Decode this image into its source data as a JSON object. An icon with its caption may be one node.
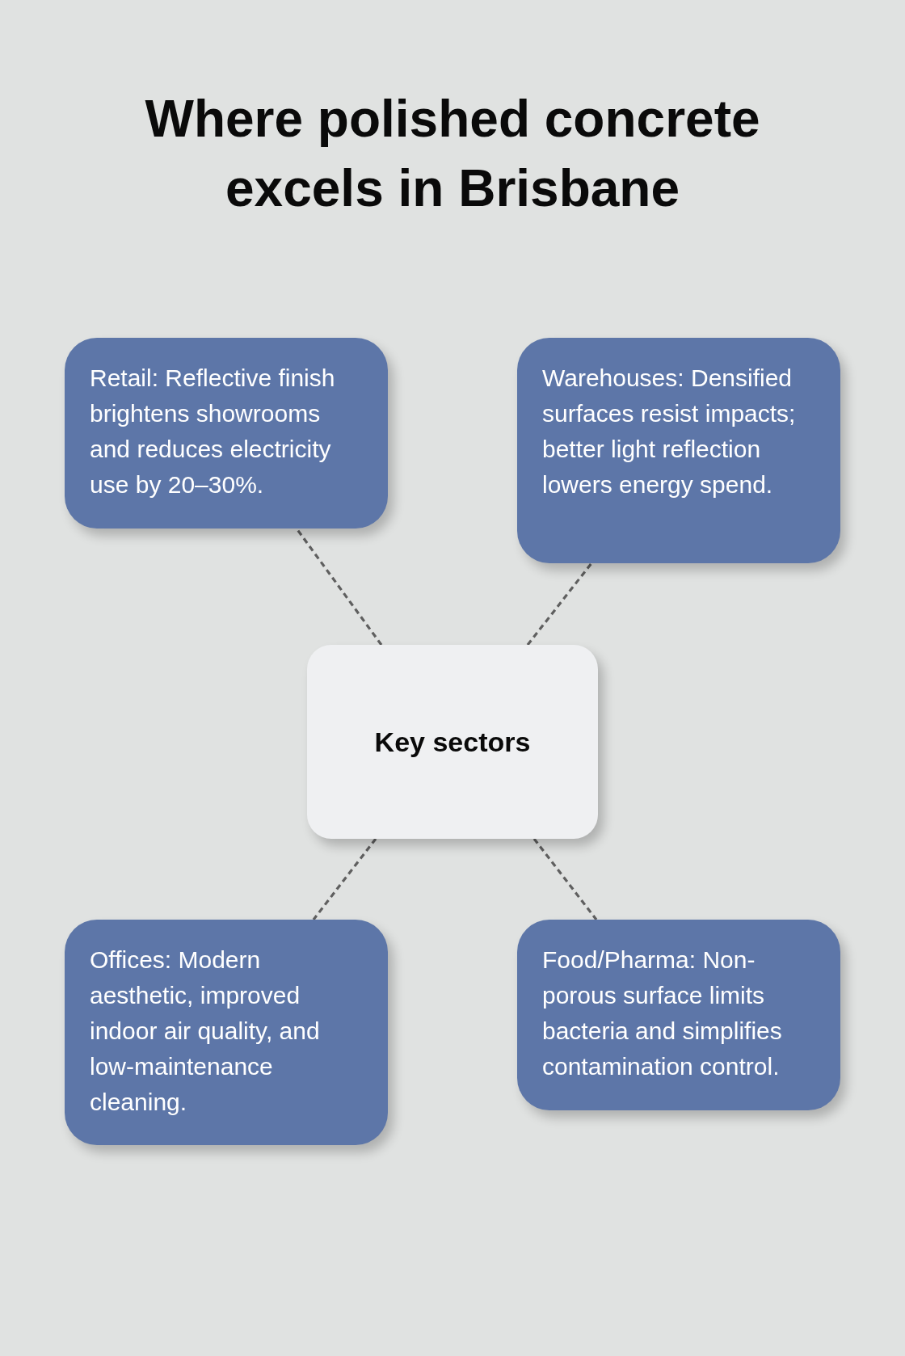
{
  "diagram": {
    "title": "Where polished concrete excels in Brisbane",
    "nodes": [
      {
        "text": [
          "Retail: Reflective finish brightens showrooms and reduces electricity use by 20–30%."
        ]
      },
      {
        "text": [
          "Warehouses: Densified surfaces resist impacts; better light reflection lowers energy spend."
        ]
      },
      {
        "text": [
          "Key sectors"
        ]
      },
      {
        "text": [
          "Offices: Modern aesthetic, improved indoor air quality, and low-maintenance cleaning."
        ]
      },
      {
        "text": [
          "Food/Pharma: Non-porous surface limits bacteria and simplifies contamination control."
        ]
      }
    ],
    "edges": [
      {
        "from": 2,
        "to": 0,
        "arrow": "none",
        "style": "dashed"
      },
      {
        "from": 2,
        "to": 1,
        "arrow": "none",
        "style": "dashed"
      },
      {
        "from": 2,
        "to": 3,
        "arrow": "none",
        "style": "dashed"
      },
      {
        "from": 2,
        "to": 4,
        "arrow": "none",
        "style": "dashed"
      }
    ]
  }
}
